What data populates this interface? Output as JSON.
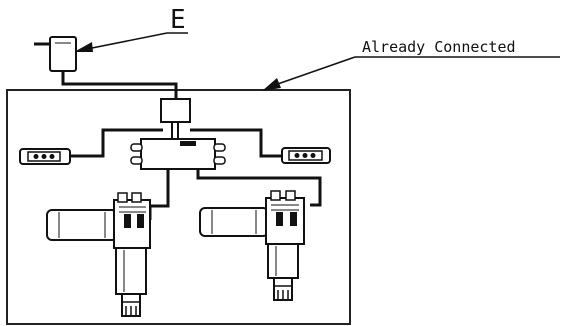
{
  "labels": {
    "callout_e": "E",
    "callout_connected": "Already Connected"
  },
  "components": {
    "adapter": "power-adapter",
    "control_box": "control-box",
    "junction": "junction-box",
    "handsets": [
      "handset-left",
      "handset-right"
    ],
    "motors": [
      "actuator-motor-left",
      "actuator-motor-right"
    ]
  },
  "colors": {
    "line": "#111111",
    "fill": "#ffffff",
    "shade": "#dddddd"
  }
}
